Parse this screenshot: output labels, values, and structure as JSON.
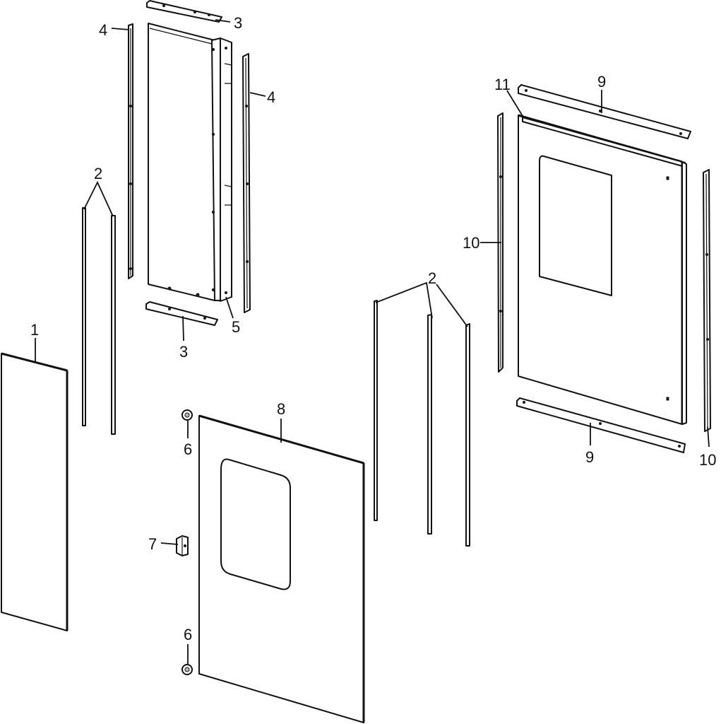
{
  "callouts": {
    "c1": "1",
    "c2a": "2",
    "c2b": "2",
    "c3a": "3",
    "c3b": "3",
    "c4a": "4",
    "c4b": "4",
    "c5": "5",
    "c6a": "6",
    "c6b": "6",
    "c7": "7",
    "c8": "8",
    "c9a": "9",
    "c9b": "9",
    "c10a": "10",
    "c10b": "10",
    "c11": "11"
  }
}
